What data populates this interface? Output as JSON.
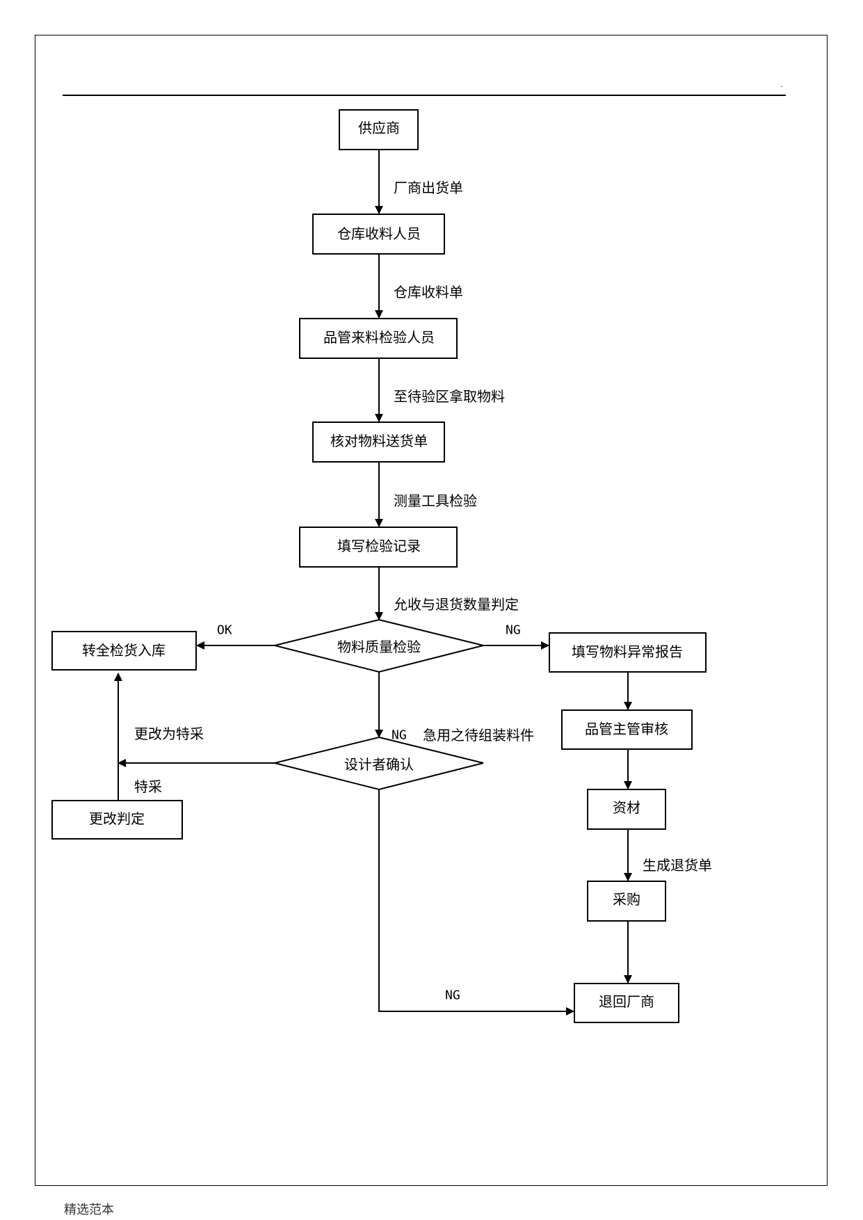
{
  "header": {
    "mark": "."
  },
  "nodes": {
    "supplier": "供应商",
    "warehouse_receiver": "仓库收料人员",
    "qc_inspector": "品管来料检验人员",
    "check_delivery_note": "核对物料送货单",
    "fill_inspection_record": "填写检验记录",
    "quality_check": "物料质量检验",
    "transfer_full_inspection": "转全检货入库",
    "fill_abnormal_report": "填写物料异常报告",
    "qc_supervisor_review": "品管主管审核",
    "designer_confirm": "设计者确认",
    "change_judgment": "更改判定",
    "materials": "资材",
    "purchasing": "采购",
    "return_to_vendor": "退回厂商"
  },
  "edges": {
    "vendor_delivery_note": "厂商出货单",
    "warehouse_receipt": "仓库收料单",
    "fetch_materials": "至待验区拿取物料",
    "measuring_tools": "测量工具检验",
    "accept_return_qty": "允收与退货数量判定",
    "ok": "OK",
    "ng_right": "NG",
    "ng_down": "NG",
    "urgent_assembly": "急用之待组装料件",
    "change_to_special": "更改为特采",
    "special_purchase": "特采",
    "generate_return_note": "生成退货单",
    "ng_bottom": "NG"
  },
  "footer": {
    "text": "精选范本"
  }
}
